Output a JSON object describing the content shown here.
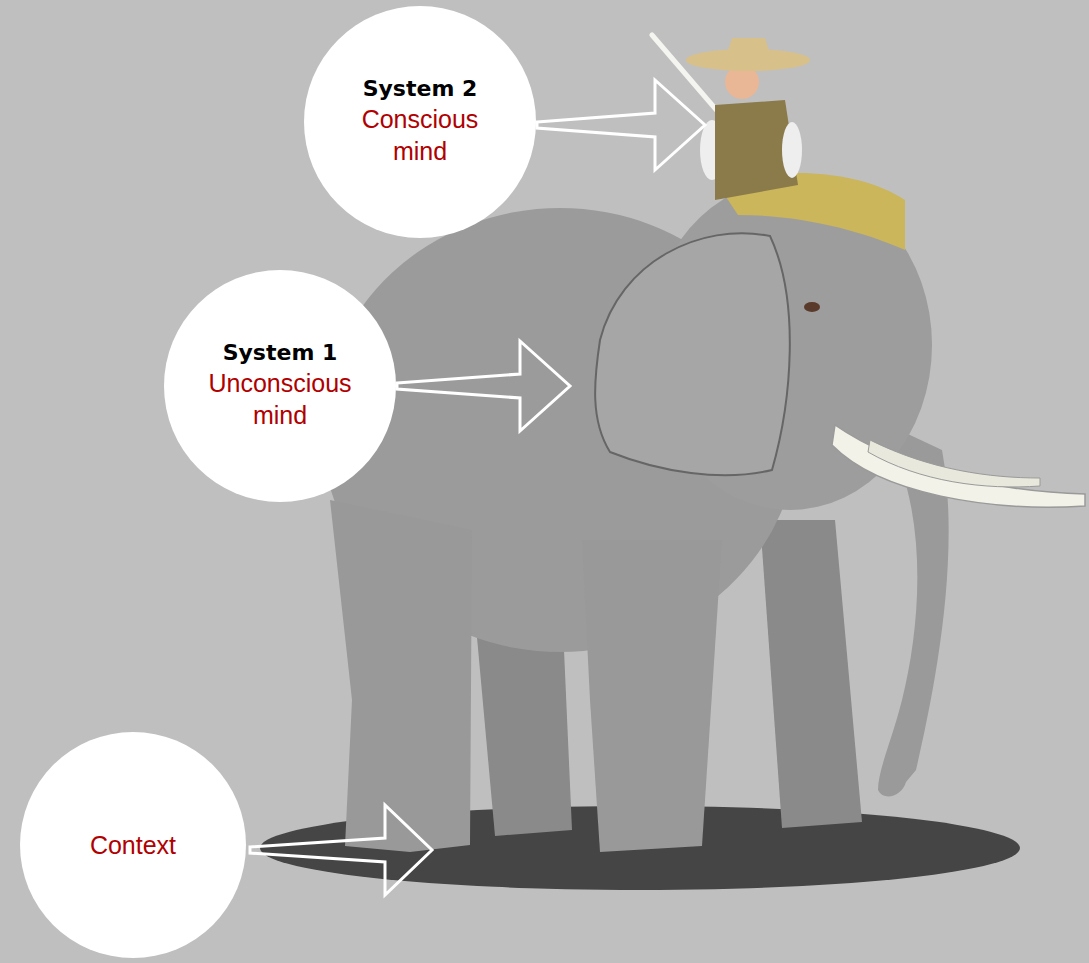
{
  "diagram": {
    "nodes": [
      {
        "text": [
          "System 2",
          "Conscious mind"
        ]
      },
      {
        "text": [
          "System 1",
          "Unconscious mind"
        ]
      },
      {
        "text": [
          "Context"
        ]
      }
    ]
  }
}
